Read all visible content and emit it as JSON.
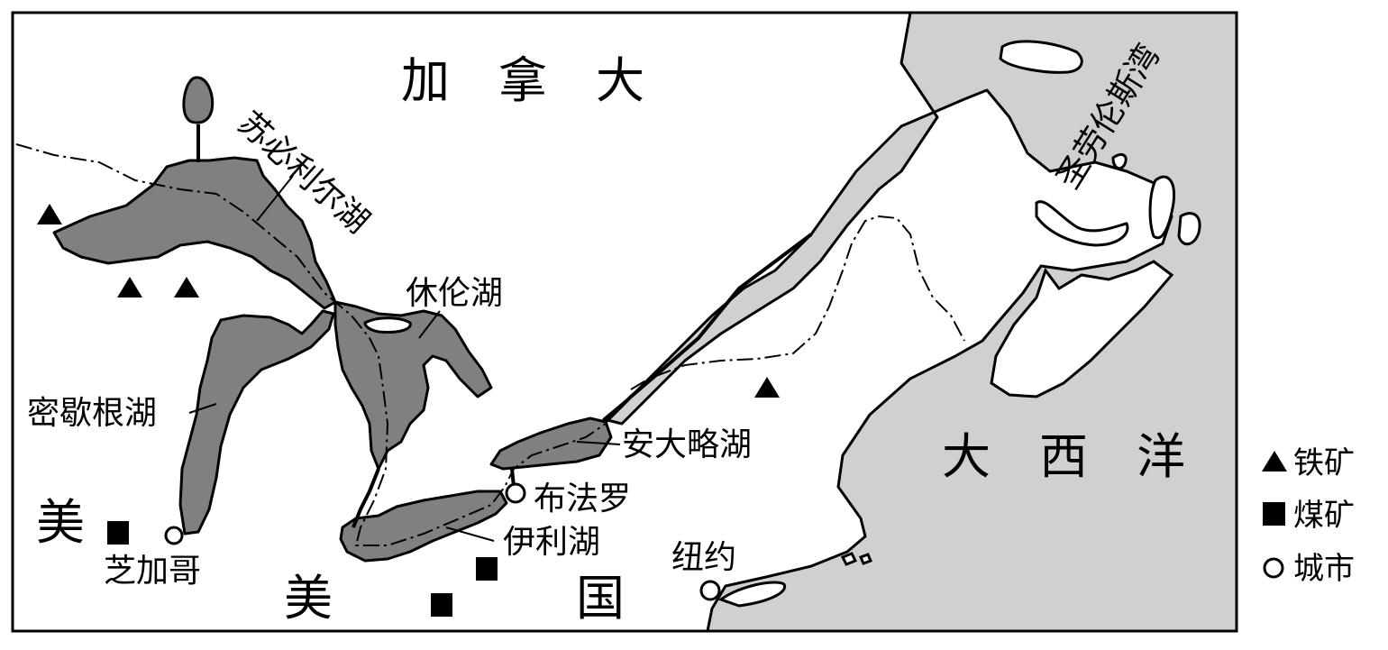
{
  "regions": {
    "canada": "加　拿　大",
    "usa_west": "美",
    "usa_center": "美　　　　　国",
    "atlantic": "大　西　洋"
  },
  "lakes": {
    "superior": "苏必利尔湖",
    "huron": "休伦湖",
    "michigan": "密歇根湖",
    "ontario": "安大略湖",
    "erie": "伊利湖"
  },
  "water_bodies": {
    "st_lawrence": "圣劳伦斯湾"
  },
  "cities": {
    "chicago": "芝加哥",
    "buffalo": "布法罗",
    "new_york": "纽约"
  },
  "legend": {
    "iron": "铁矿",
    "coal": "煤矿",
    "city": "城市"
  },
  "colors": {
    "lake": "#808080",
    "ocean": "#d0d0d0",
    "land": "#ffffff"
  }
}
